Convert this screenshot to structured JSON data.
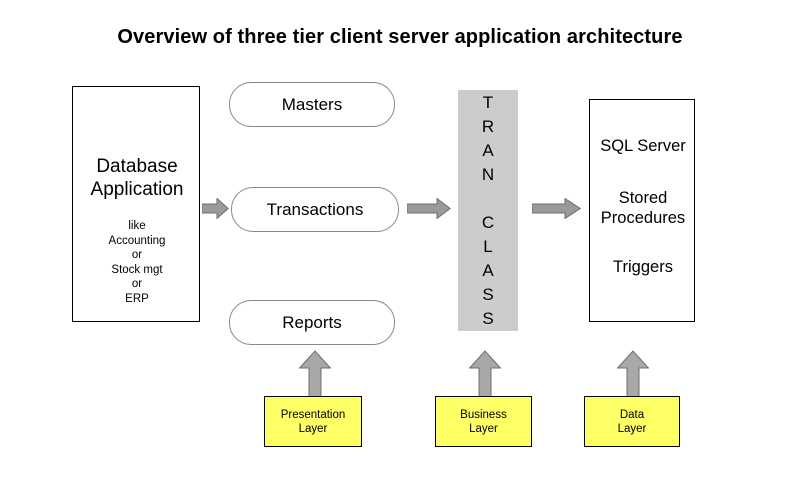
{
  "diagram": {
    "title": "Overview of three tier client server application architecture",
    "background_color": "#ffffff",
    "gray_fill": "#cccccc",
    "yellow_fill": "#ffff66",
    "arrow_fill": "#999999",
    "arrow_stroke": "#666666"
  },
  "client_tier": {
    "database_application": {
      "title": "Database\nApplication",
      "subtitle": "like\nAccounting\nor\nStock mgt\nor\nERP"
    },
    "modules": [
      {
        "label": "Masters"
      },
      {
        "label": "Transactions"
      },
      {
        "label": "Reports"
      }
    ]
  },
  "business_tier": {
    "column_letters": "T\nR\nA\nN\n\nC\nL\nA\nS\nS"
  },
  "data_tier": {
    "server_box": {
      "line1": "SQL Server",
      "line2": "Stored\nProcedures",
      "line3": "Triggers"
    }
  },
  "tiers": [
    {
      "label": "Presentation\nLayer"
    },
    {
      "label": "Business\nLayer"
    },
    {
      "label": "Data\nLayer"
    }
  ],
  "arrows": {
    "db_to_transactions": "arrow-right",
    "transactions_to_tranclass": "arrow-right",
    "tranclass_to_sql": "arrow-right",
    "presentation_up": "arrow-up",
    "business_up": "arrow-up",
    "data_up": "arrow-up"
  }
}
